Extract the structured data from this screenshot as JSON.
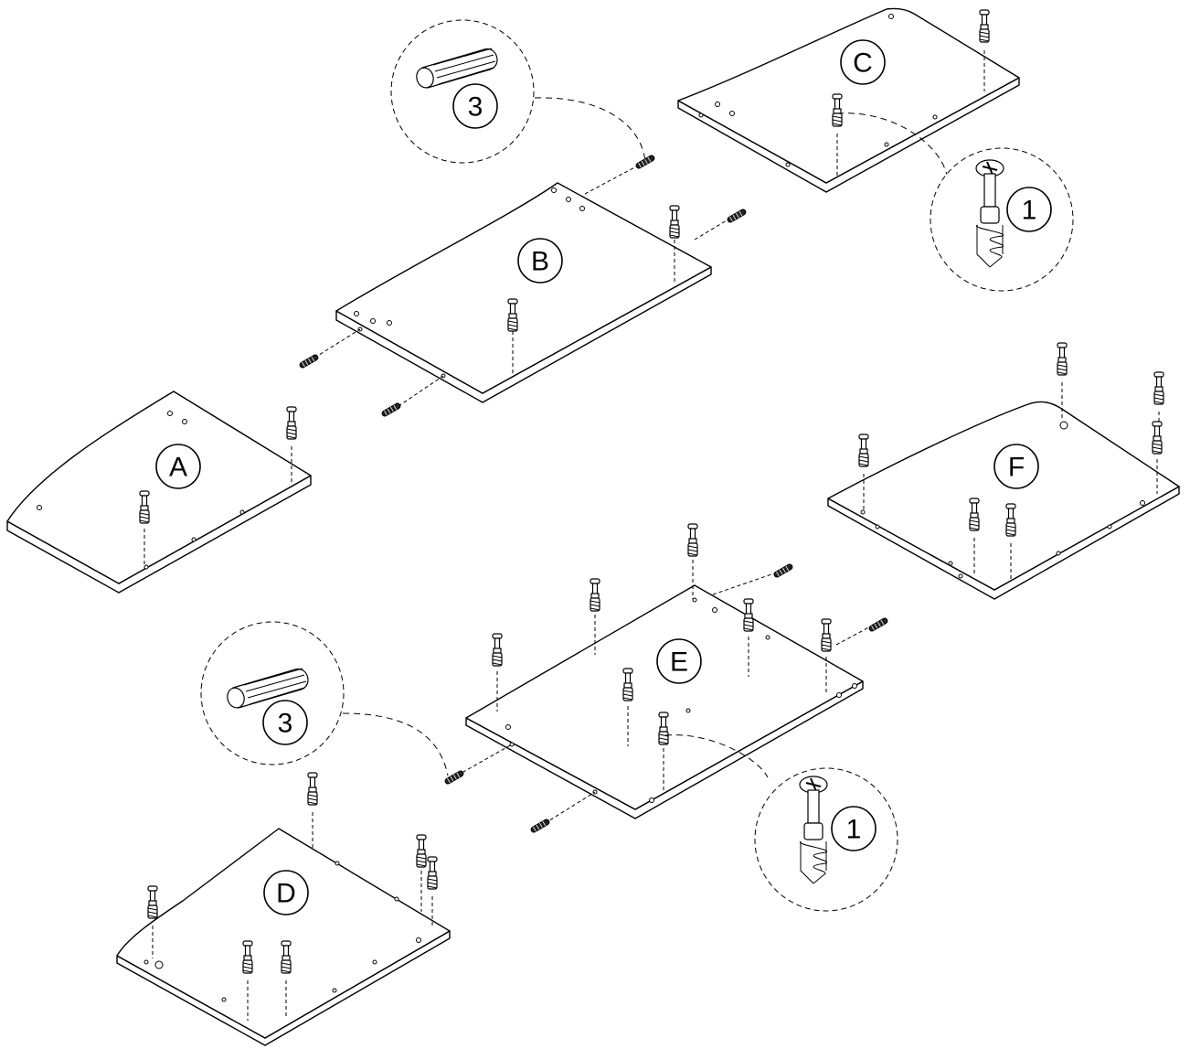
{
  "panels": [
    {
      "id": "panel-a",
      "label": "A"
    },
    {
      "id": "panel-b",
      "label": "B"
    },
    {
      "id": "panel-c",
      "label": "C"
    },
    {
      "id": "panel-d",
      "label": "D"
    },
    {
      "id": "panel-e",
      "label": "E"
    },
    {
      "id": "panel-f",
      "label": "F"
    }
  ],
  "parts": [
    {
      "id": "wooden-dowel",
      "number": "3",
      "icon": "wooden-dowel-icon"
    },
    {
      "id": "cam-bolt",
      "number": "1",
      "icon": "cam-bolt-icon"
    }
  ],
  "callouts": [
    {
      "part_ref": "3"
    },
    {
      "part_ref": "1"
    },
    {
      "part_ref": "3"
    },
    {
      "part_ref": "1"
    }
  ],
  "colors": {
    "line": "#000000",
    "background": "#ffffff"
  }
}
